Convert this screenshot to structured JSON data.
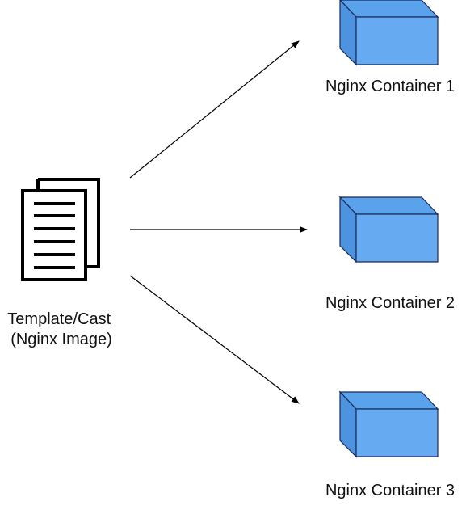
{
  "source": {
    "icon": "document-stack-icon",
    "label_lines": [
      "Template/Cast",
      "(Nginx Image)"
    ]
  },
  "containers": [
    {
      "label": "Nginx Container 1",
      "icon": "cube-icon"
    },
    {
      "label": "Nginx Container 2",
      "icon": "cube-icon"
    },
    {
      "label": "Nginx Container 3",
      "icon": "cube-icon"
    }
  ],
  "colors": {
    "cube_front": "#66aaf2",
    "cube_top": "#5aa2ec",
    "cube_side": "#4d93df",
    "stroke": "#1a2a5a",
    "arrow": "#000000",
    "doc_stroke": "#000000"
  }
}
